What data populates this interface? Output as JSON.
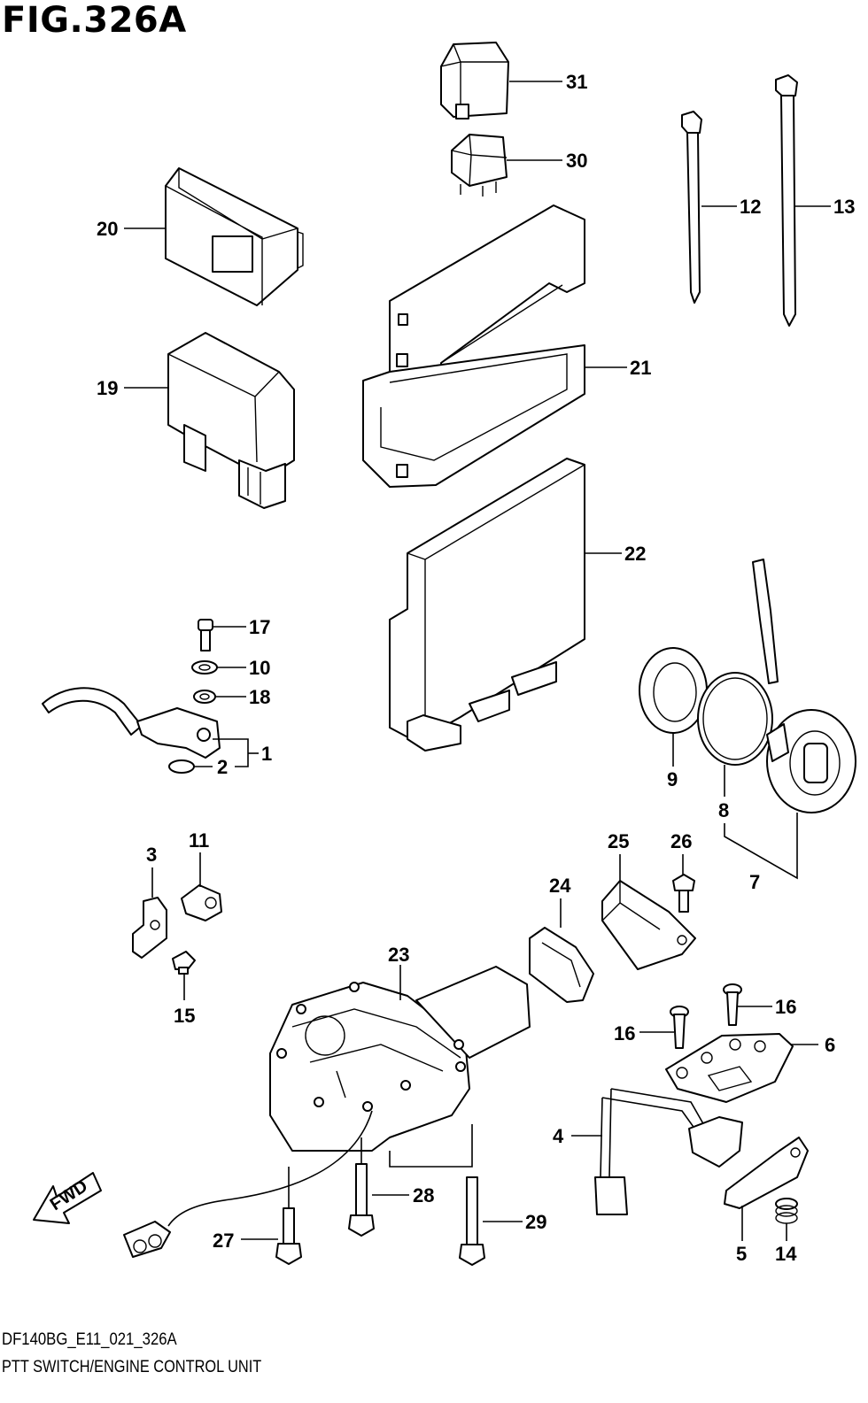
{
  "figure": {
    "title": "FIG.326A",
    "model_code": "DF140BG_E11_021_326A",
    "caption": "PTT SWITCH/ENGINE CONTROL UNIT"
  },
  "direction_label": "FWD",
  "callouts": {
    "p1": "1",
    "p2": "2",
    "p3": "3",
    "p4": "4",
    "p5": "5",
    "p6": "6",
    "p7": "7",
    "p8": "8",
    "p9": "9",
    "p10": "10",
    "p11": "11",
    "p12": "12",
    "p13": "13",
    "p14": "14",
    "p15": "15",
    "p16a": "16",
    "p16b": "16",
    "p17": "17",
    "p18": "18",
    "p19": "19",
    "p20": "20",
    "p21": "21",
    "p22": "22",
    "p23": "23",
    "p24": "24",
    "p25": "25",
    "p26": "26",
    "p27": "27",
    "p28": "28",
    "p29": "29",
    "p30": "30",
    "p31": "31"
  }
}
